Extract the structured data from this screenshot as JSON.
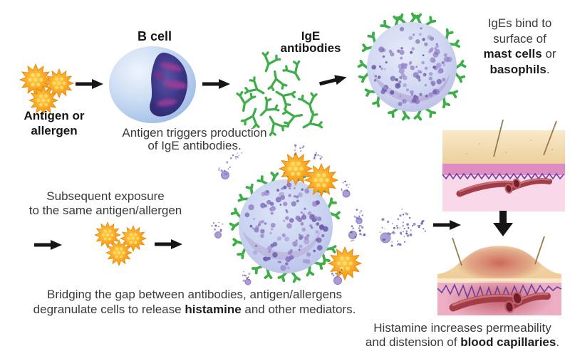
{
  "colors": {
    "arrow_black": "#161616",
    "antigen_orange": "#F6A21C",
    "antigen_dot_yellow": "#FFDC64",
    "antibody_green": "#3EAE49",
    "b_cell_blue": "#C9DBF2",
    "nucleus_purple": "#3A3584",
    "mast_cell_lavender": "#CDD5F0",
    "granule_purple": "#8F7CC1",
    "skin_tan": "#F2D8AA",
    "dermis_pink": "#F8D7E8",
    "capillary_red": "#A23C47",
    "zigzag_purple": "#6B3FA3"
  },
  "step1": {
    "label_line1": "Antigen or",
    "label_line2": "allergen"
  },
  "b_cell": {
    "title": "B cell"
  },
  "caption_production": {
    "line1": "Antigen triggers production",
    "line2": "of IgE antibodies."
  },
  "ige": {
    "label_line1": "IgE",
    "label_line2": "antibodies"
  },
  "caption_binding": {
    "line1": "IgEs bind to",
    "line2": "surface of",
    "line3_bold": "mast cells",
    "line3_rest": " or",
    "line4_bold": "basophils",
    "line4_rest": "."
  },
  "caption_exposure": {
    "line1": "Subsequent exposure",
    "line2": "to the same antigen/allergen"
  },
  "caption_degranulation": {
    "line1": "Bridging the gap between antibodies, antigen/allergens",
    "line2_pre": "degranulate cells to release ",
    "line2_bold": "histamine",
    "line2_post": " and other mediators."
  },
  "caption_histamine": {
    "line1": "Histamine increases permeability",
    "line2_pre": "and distension of ",
    "line2_bold": "blood capillaries",
    "line2_post": "."
  }
}
